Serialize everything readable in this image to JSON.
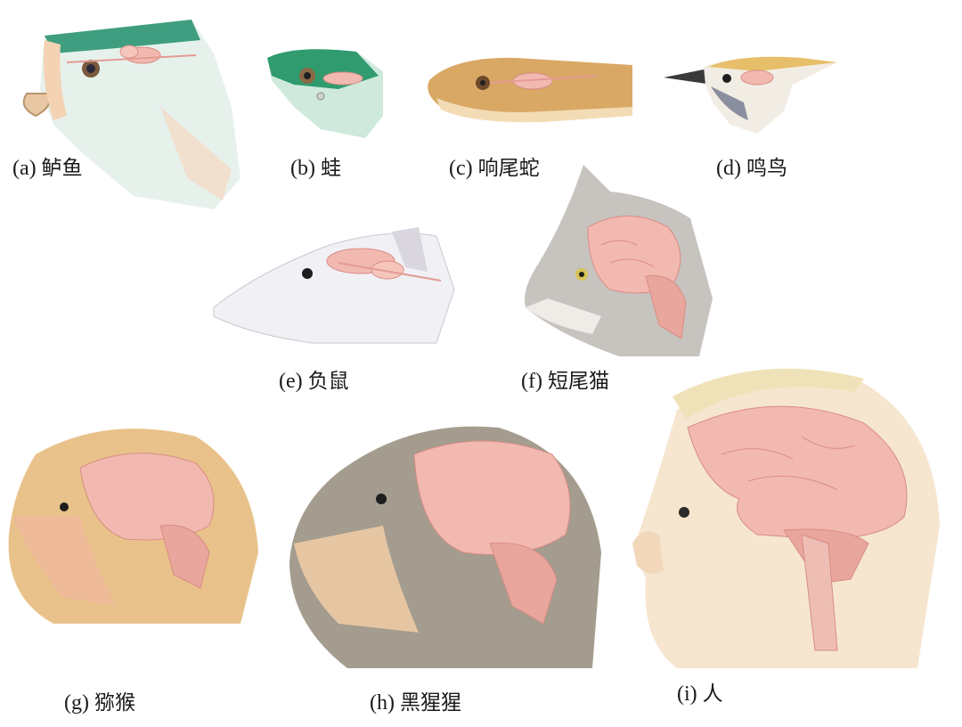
{
  "figure": {
    "description": "Comparative brain illustrations across vertebrates",
    "colors": {
      "background": "#ffffff",
      "brain": "#f2b9b0",
      "brain_shadow": "#d98c85",
      "text": "#1a1a1a"
    },
    "panels": [
      {
        "id": "a",
        "tag": "(a)",
        "name": "鲈鱼",
        "animal": "perch"
      },
      {
        "id": "b",
        "tag": "(b)",
        "name": "蛙",
        "animal": "frog"
      },
      {
        "id": "c",
        "tag": "(c)",
        "name": "响尾蛇",
        "animal": "rattlesnake"
      },
      {
        "id": "d",
        "tag": "(d)",
        "name": "鸣鸟",
        "animal": "songbird"
      },
      {
        "id": "e",
        "tag": "(e)",
        "name": "负鼠",
        "animal": "opossum"
      },
      {
        "id": "f",
        "tag": "(f)",
        "name": "短尾猫",
        "animal": "bobcat"
      },
      {
        "id": "g",
        "tag": "(g)",
        "name": "猕猴",
        "animal": "macaque"
      },
      {
        "id": "h",
        "tag": "(h)",
        "name": "黑猩猩",
        "animal": "chimpanzee"
      },
      {
        "id": "i",
        "tag": "(i)",
        "name": "人",
        "animal": "human"
      }
    ]
  }
}
